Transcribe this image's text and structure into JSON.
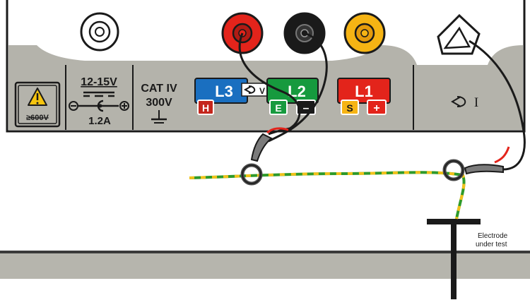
{
  "colors": {
    "panel_gray": "#b4b3ab",
    "ground_gray": "#b6b5ad",
    "red": "#e3241b",
    "black": "#1a1a1a",
    "yellow": "#f6b414",
    "blue": "#1a6fc0",
    "green": "#169a3e",
    "wire_green": "#2f9a2a",
    "wire_yellow": "#f2c21a"
  },
  "panel": {
    "warning_voltage": "≥600V",
    "supply_voltage": "12-15V",
    "supply_current": "1.2A",
    "category": "CAT IV",
    "category_voltage": "300V"
  },
  "terminals": {
    "l3": {
      "label": "L3",
      "sub": "H"
    },
    "clamp_v": {
      "label": "V"
    },
    "l2": {
      "label": "L2",
      "sub_left": "E",
      "sub_right": "–"
    },
    "l1": {
      "label": "L1",
      "sub_left": "S",
      "sub_right": "+"
    },
    "clamp_i": {
      "label": "I"
    }
  },
  "electrode": {
    "label_line1": "Electrode",
    "label_line2": "under test"
  },
  "icons": [
    "warning-icon",
    "dc-polarity-icon",
    "ground-icon",
    "clamp-icon",
    "terminal-socket-icon",
    "clamp-connector-icon"
  ]
}
